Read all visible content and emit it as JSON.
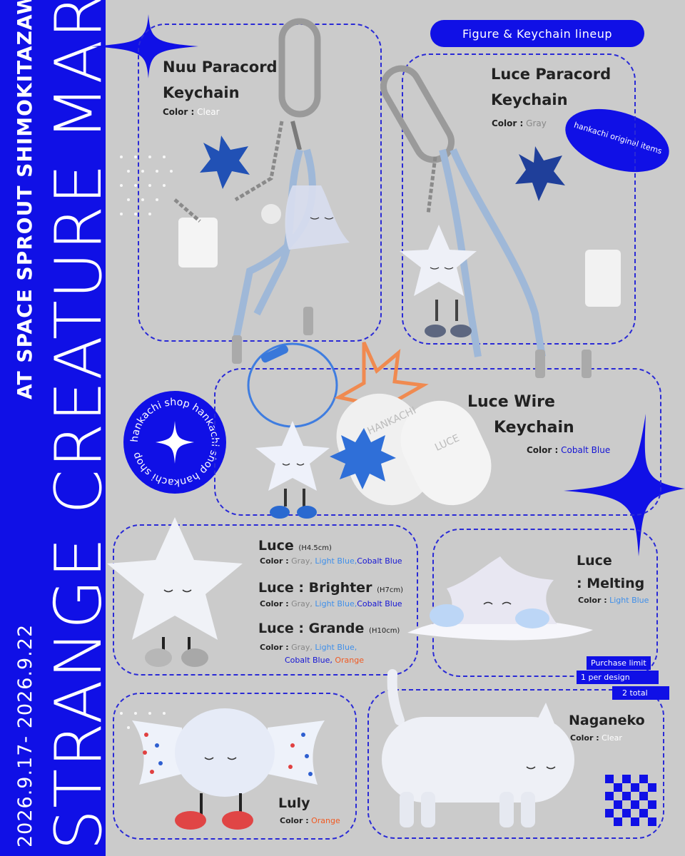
{
  "sidebar": {
    "title": "STRANGE CREATURE MARKET",
    "venue": "AT SPACE SPROUT SHIMOKITAZAWA",
    "dates": "2026.9.17- 2026.9.22"
  },
  "header": {
    "lineup_label": "Figure & Keychain lineup"
  },
  "badges": {
    "original_items": "hankachi original items",
    "shop_ring": "hankachi shop hankachi shop hankachi shop"
  },
  "products": {
    "nuu": {
      "name_line1": "Nuu Paracord",
      "name_line2": "Keychain",
      "color_label": "Color :",
      "colors": "Clear"
    },
    "luce_paracord": {
      "name_line1": "Luce Paracord",
      "name_line2": "Keychain",
      "color_label": "Color :",
      "colors": "Gray"
    },
    "luce_wire": {
      "name_line1": "Luce Wire",
      "name_line2": "Keychain",
      "color_label": "Color :",
      "colors": "Cobalt Blue"
    },
    "luce": {
      "name": "Luce",
      "size": "(H4.5cm)",
      "color_label": "Color :",
      "c1": "Gray,",
      "c2": "Light Blue,",
      "c3": "Cobalt Blue"
    },
    "luce_brighter": {
      "name": "Luce : Brighter",
      "size": "(H7cm)",
      "color_label": "Color :",
      "c1": "Gray,",
      "c2": "Light Blue,",
      "c3": "Cobalt Blue"
    },
    "luce_grande": {
      "name": "Luce : Grande",
      "size": "(H10cm)",
      "color_label": "Color :",
      "c1": "Gray,",
      "c2": "Light Blue,",
      "c3": "Cobalt Blue,",
      "c4": "Orange"
    },
    "luce_melting": {
      "name_line1": "Luce",
      "name_line2": ": Melting",
      "color_label": "Color :",
      "colors": "Light Blue"
    },
    "luly": {
      "name": "Luly",
      "color_label": "Color :",
      "colors": "Orange"
    },
    "naganeko": {
      "name": "Naganeko",
      "color_label": "Color :",
      "colors": "Clear"
    }
  },
  "purchase_limit": {
    "line1": "Purchase limit",
    "line2": "1 per design",
    "line3": "2 total"
  },
  "tags": {
    "hankachi_tag": "HANKACHI",
    "luce_tag": "LUCE"
  },
  "colors": {
    "brand_blue": "#1010e6",
    "background": "#cbcbcb",
    "light_blue": "#3f8fea",
    "orange": "#f05a22"
  }
}
